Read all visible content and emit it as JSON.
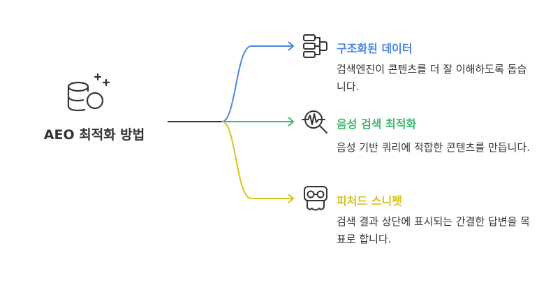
{
  "root": {
    "title": "AEO 최적화 방법",
    "icon": "database-plus-icon"
  },
  "branches": [
    {
      "title": "구조화된 데이터",
      "description": "검색엔진이 콘텐츠를 더 잘 이해하도록 돕습니다.",
      "color": "#4a86e0",
      "icon": "structured-data-icon"
    },
    {
      "title": "음성 검색 최적화",
      "description": "음성 기반 쿼리에 적합한 콘텐츠를 만듭니다.",
      "color": "#3cba6c",
      "icon": "voice-search-icon"
    },
    {
      "title": "피처드 스니펫",
      "description": "검색 결과 상단에 표시되는 간결한 답변을 목표로 합니다.",
      "color": "#d6c21a",
      "icon": "snippet-glasses-icon"
    }
  ]
}
